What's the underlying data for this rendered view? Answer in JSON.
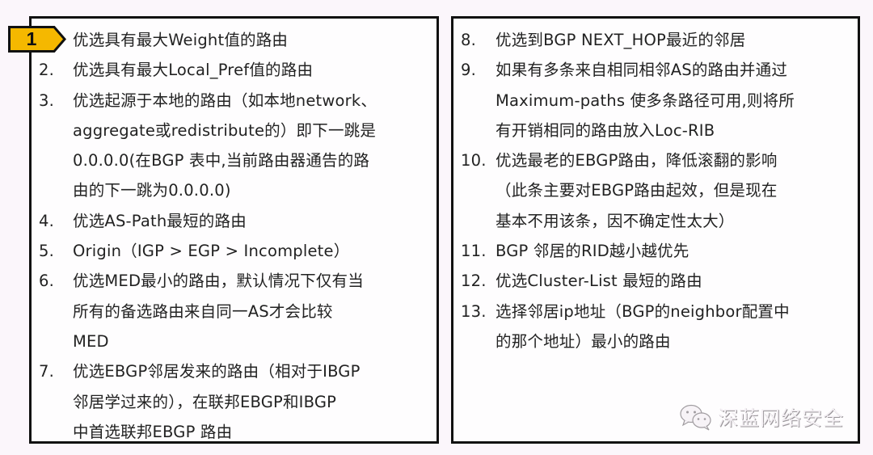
{
  "slide": {
    "marker": {
      "label": "1",
      "color": "#F5B800",
      "border_color": "#111111"
    },
    "left_column": [
      {
        "num": "",
        "lines": [
          "优选具有最大Weight值的路由"
        ]
      },
      {
        "num": "2.",
        "lines": [
          "优选具有最大Local_Pref值的路由"
        ]
      },
      {
        "num": "3.",
        "lines": [
          "优选起源于本地的路由（如本地network、",
          "aggregate或redistribute的）即下一跳是",
          "0.0.0.0(在BGP 表中,当前路由器通告的路",
          "由的下一跳为0.0.0.0)"
        ]
      },
      {
        "num": "4.",
        "lines": [
          "优选AS-Path最短的路由"
        ]
      },
      {
        "num": "5.",
        "lines": [
          "Origin（IGP > EGP > Incomplete）"
        ]
      },
      {
        "num": "6.",
        "lines": [
          "优选MED最小的路由，默认情况下仅有当",
          "所有的备选路由来自同一AS才会比较",
          "MED"
        ]
      },
      {
        "num": "7.",
        "lines": [
          "优选EBGP邻居发来的路由（相对于IBGP",
          "邻居学过来的），在联邦EBGP和IBGP",
          "中首选联邦EBGP 路由"
        ]
      }
    ],
    "right_column": [
      {
        "num": "8.",
        "lines": [
          "优选到BGP NEXT_HOP最近的邻居"
        ]
      },
      {
        "num": "9.",
        "lines": [
          "如果有多条来自相同相邻AS的路由并通过",
          "Maximum-paths 使多条路径可用,则将所",
          "有开销相同的路由放入Loc-RIB"
        ]
      },
      {
        "num": "10.",
        "lines": [
          "优选最老的EBGP路由，降低滚翻的影响",
          "（此条主要对EBGP路由起效，但是现在",
          "基本不用该条，因不确定性太大）"
        ]
      },
      {
        "num": "11.",
        "lines": [
          "BGP 邻居的RID越小越优先"
        ]
      },
      {
        "num": "12.",
        "lines": [
          "优选Cluster-List 最短的路由"
        ]
      },
      {
        "num": "13.",
        "lines": [
          "选择邻居ip地址（BGP的neighbor配置中",
          "的那个地址）最小的路由"
        ]
      }
    ],
    "watermark": {
      "icon": "wechat-icon",
      "text": "深蓝网络安全"
    }
  }
}
